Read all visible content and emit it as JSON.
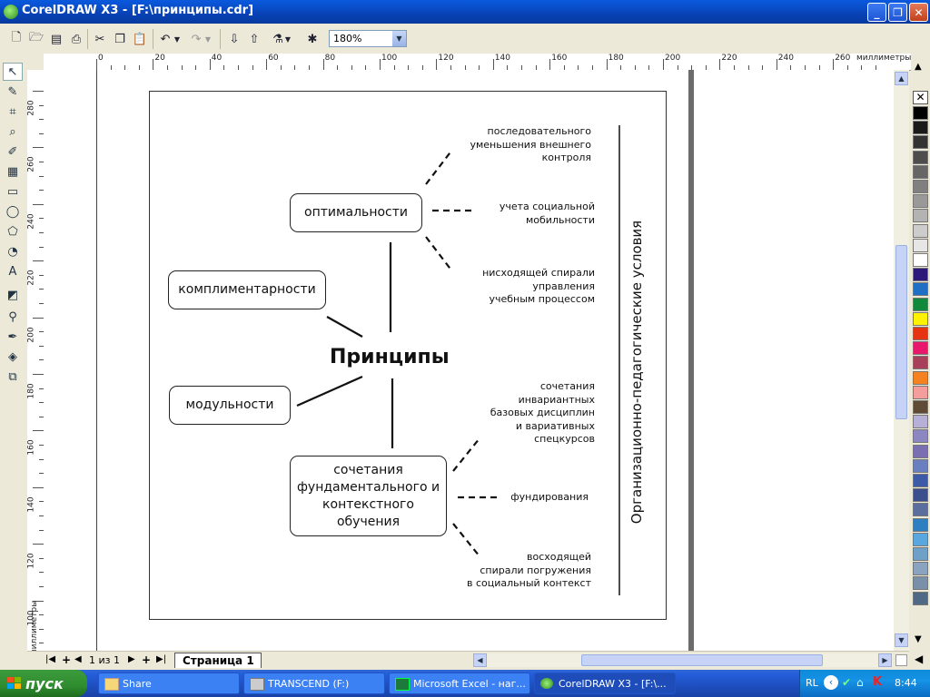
{
  "window": {
    "title": "CorelDRAW X3 - [F:\\принципы.cdr]",
    "minimize": "_",
    "restore": "❐",
    "close": "✕"
  },
  "toolbar": {
    "zoom_value": "180%"
  },
  "rulers": {
    "unit_label": "миллиметры",
    "top_ticks": [
      "0",
      "20",
      "40",
      "60",
      "80",
      "100",
      "120",
      "140",
      "160",
      "180",
      "200",
      "220",
      "240",
      "260"
    ],
    "left_ticks": [
      "280",
      "260",
      "240",
      "220",
      "200",
      "180",
      "160",
      "140",
      "120",
      "100"
    ]
  },
  "diagram": {
    "center_title": "Принципы",
    "boxes": {
      "optimality": "оптимальности",
      "complementarity": "комплиментарности",
      "modularity": "модульности",
      "combination": "сочетания фундаментального и контекстного обучения"
    },
    "labels": {
      "sequential": "последовательного\nуменьшения внешнего\nконтроля",
      "social_mobility": "учета социальной\nмобильности",
      "spiral": "нисходящей спирали\nуправления\nучебным процессом",
      "combination_disc": "сочетания\nинвариантных\nбазовых дисциплин\nи вариативных\nспецкурсов",
      "fundir": "фундирования",
      "ascending": "восходящей\nспирали погружения\nв социальный контекст"
    },
    "vertical_label": "Организационно-педагогические условия"
  },
  "pages": {
    "counter": "1 из 1",
    "current_tab": "Страница 1"
  },
  "palette": [
    "#ffffff",
    "#000000",
    "#1a1a1a",
    "#333333",
    "#4d4d4d",
    "#666666",
    "#808080",
    "#999999",
    "#b3b3b3",
    "#cccccc",
    "#e6e6e6",
    "#ffffff",
    "#2b1a7a",
    "#1f6fc4",
    "#11893c",
    "#fff200",
    "#e63312",
    "#e8186c",
    "#a8405c",
    "#f58220",
    "#f59c9c",
    "#5f4a36",
    "#b7b0d6",
    "#8c86c1",
    "#7a6fb0",
    "#6a7fbf",
    "#3d5aa6",
    "#3b4f8f",
    "#5b6e9e",
    "#2d7fc1",
    "#5aa7e0",
    "#6fa0c8",
    "#8aa3bf",
    "#7990a8",
    "#506a85"
  ],
  "taskbar": {
    "start": "пуск",
    "tasks": [
      "Share",
      "TRANSCEND (F:)",
      "Microsoft Excel - наг...",
      "CorelDRAW X3 - [F:\\..."
    ],
    "lang": "RL",
    "time": "8:44"
  }
}
